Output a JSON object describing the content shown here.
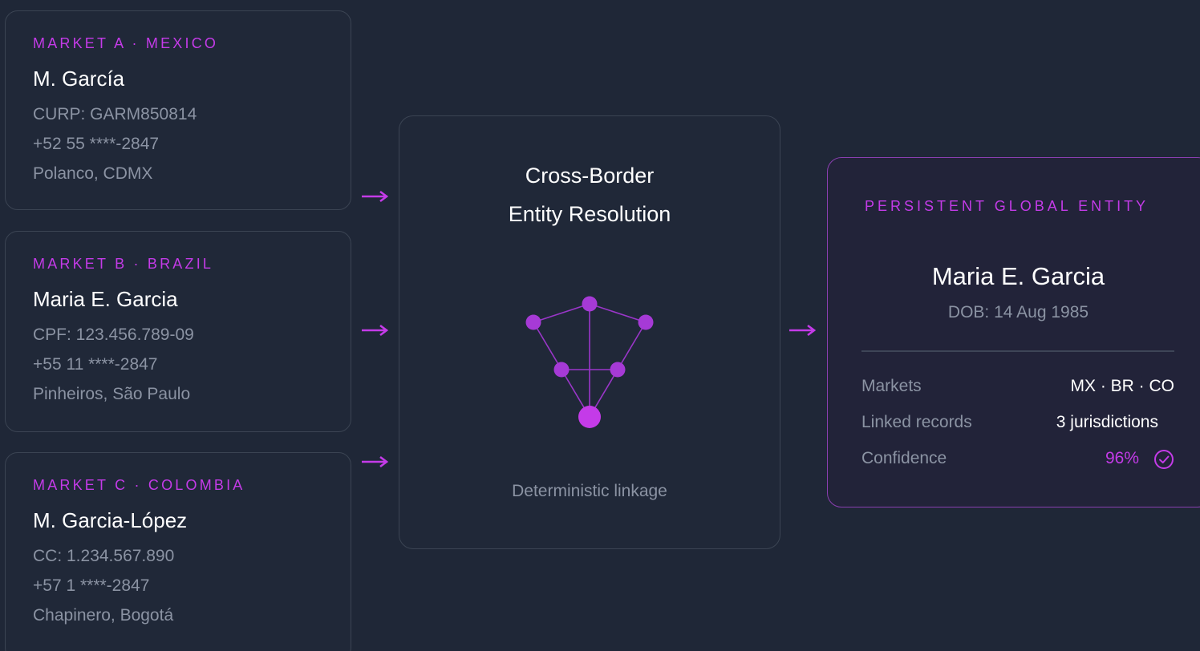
{
  "sources": [
    {
      "market": "MARKET A · MEXICO",
      "name": "M. García",
      "id": "CURP: GARM850814",
      "phone": "+52 55 ****-2847",
      "location": "Polanco, CDMX"
    },
    {
      "market": "MARKET B · BRAZIL",
      "name": "Maria E. Garcia",
      "id": "CPF: 123.456.789-09",
      "phone": "+55 11 ****-2847",
      "location": "Pinheiros, São Paulo"
    },
    {
      "market": "MARKET C · COLOMBIA",
      "name": "M. Garcia-López",
      "id": "CC: 1.234.567.890",
      "phone": "+57 1 ****-2847",
      "location": "Chapinero, Bogotá"
    }
  ],
  "engine": {
    "title_line1": "Cross-Border",
    "title_line2": "Entity Resolution",
    "subtitle": "Deterministic linkage",
    "graph_icon": "network-graph-icon"
  },
  "entity": {
    "label": "PERSISTENT GLOBAL ENTITY",
    "name": "Maria E. Garcia",
    "dob": "DOB: 14 Aug 1985",
    "rows": [
      {
        "label": "Markets",
        "value": "MX · BR · CO"
      },
      {
        "label": "Linked records",
        "value": "3 jurisdictions"
      },
      {
        "label": "Confidence",
        "value": "96%"
      }
    ],
    "confidence_icon": "check-circle-icon"
  },
  "colors": {
    "background": "#1f2737",
    "accent": "#c43be8",
    "muted_text": "#8b93a3",
    "card_border": "#3b4453",
    "entity_border": "#8a3fb0"
  }
}
